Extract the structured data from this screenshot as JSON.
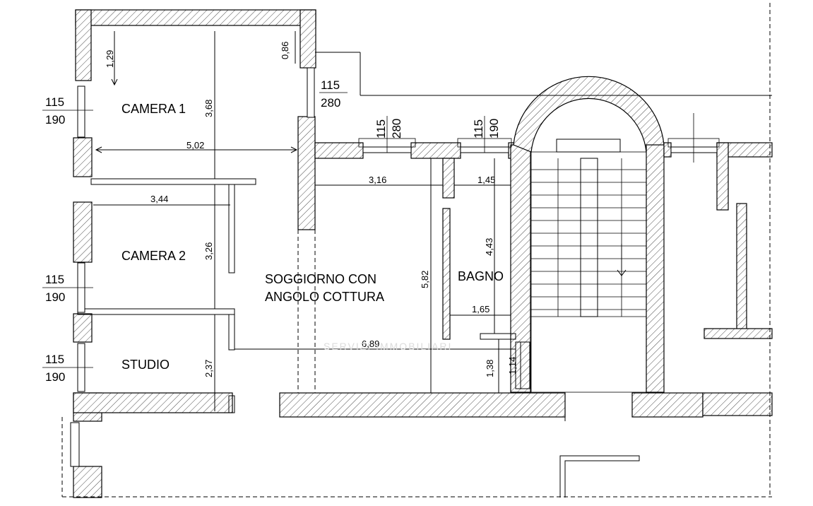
{
  "rooms": {
    "camera1": "CAMERA 1",
    "camera2": "CAMERA 2",
    "studio": "STUDIO",
    "soggiorno_line1": "SOGGIORNO CON",
    "soggiorno_line2": "ANGOLO COTTURA",
    "bagno": "BAGNO"
  },
  "dimensions": {
    "d_129": "1,29",
    "d_086": "0,86",
    "d_368": "3,68",
    "d_502": "5,02",
    "d_344": "3,44",
    "d_326": "3,26",
    "d_237": "2,37",
    "d_316": "3,16",
    "d_145": "1,45",
    "d_443": "4,43",
    "d_582": "5,82",
    "d_165": "1,65",
    "d_689": "6,89",
    "d_138": "1,38",
    "d_114": "1,14"
  },
  "windows": [
    {
      "w": "115",
      "h": "190"
    },
    {
      "w": "115",
      "h": "190"
    },
    {
      "w": "115",
      "h": "190"
    },
    {
      "w": "115",
      "h": "280"
    },
    {
      "w": "115",
      "h": "280"
    },
    {
      "w": "115",
      "h": "190"
    }
  ],
  "watermark": "SERVIZI IMMOBILIARI"
}
